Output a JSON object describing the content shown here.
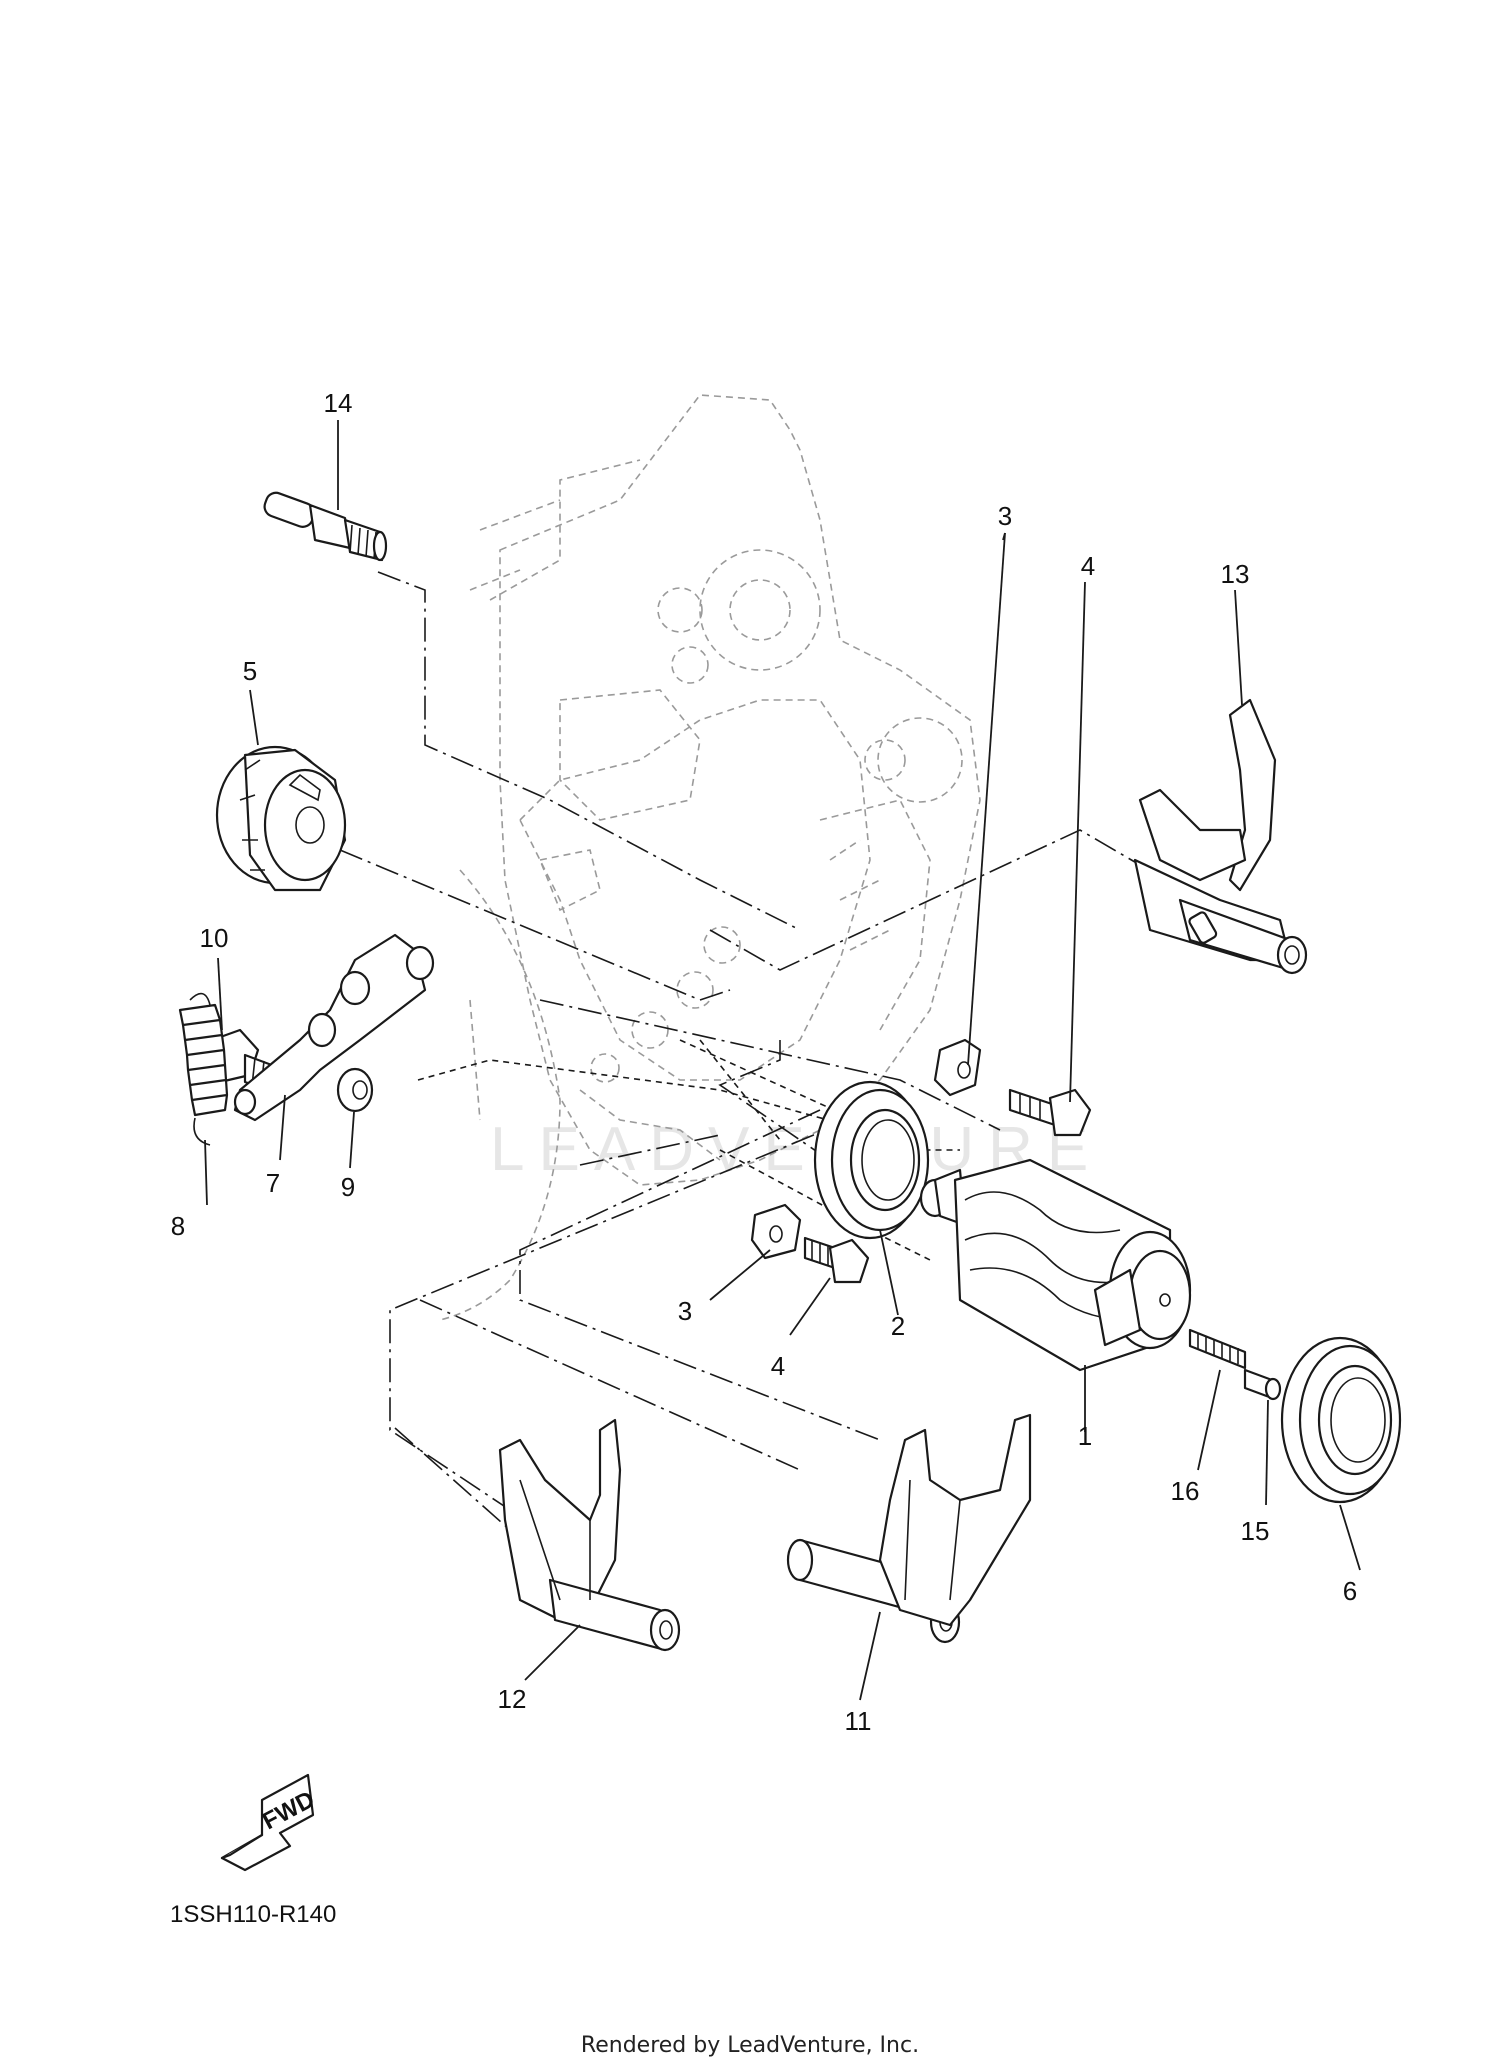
{
  "watermark": "LEADVENTURE",
  "callouts": {
    "c1": "1",
    "c2": "2",
    "c3a": "3",
    "c3b": "3",
    "c4a": "4",
    "c4b": "4",
    "c5": "5",
    "c6": "6",
    "c7": "7",
    "c8": "8",
    "c9": "9",
    "c10": "10",
    "c11": "11",
    "c12": "12",
    "c13": "13",
    "c14": "14",
    "c15": "15",
    "c16": "16"
  },
  "fwd_label": "FWD",
  "diagram_code": "1SSH110-R140",
  "footer": "Rendered by LeadVenture, Inc."
}
